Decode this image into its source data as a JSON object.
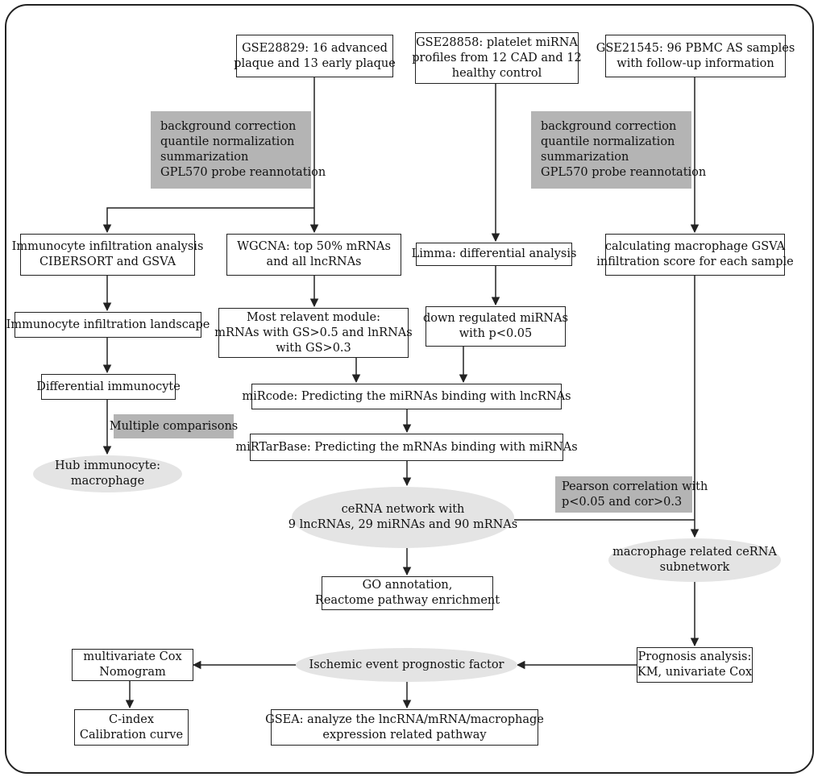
{
  "nodes": {
    "gse28829": {
      "lines": [
        "GSE28829: 16 advanced",
        "plaque and 13 early plaque"
      ]
    },
    "gse28858": {
      "lines": [
        "GSE28858: platelet miRNA",
        "profiles from 12 CAD and 12",
        "healthy control"
      ]
    },
    "gse21545": {
      "lines": [
        "GSE21545: 96 PBMC AS samples",
        "with follow-up information"
      ]
    },
    "preproc_left": {
      "lines": [
        "background correction",
        "quantile normalization",
        "summarization",
        "GPL570 probe reannotation"
      ]
    },
    "preproc_right": {
      "lines": [
        "background correction",
        "quantile normalization",
        "summarization",
        "GPL570 probe reannotation"
      ]
    },
    "immuno_analysis": {
      "lines": [
        "Immunocyte infiltration analysis",
        "CIBERSORT and GSVA"
      ]
    },
    "wgcna": {
      "lines": [
        "WGCNA: top 50% mRNAs",
        "and all lncRNAs"
      ]
    },
    "limma": {
      "lines": [
        "Limma: differential analysis"
      ]
    },
    "gsva_score": {
      "lines": [
        "calculating macrophage GSVA",
        "infiltration score for each sample"
      ]
    },
    "immuno_landscape": {
      "lines": [
        "Immunocyte infiltration landscape"
      ]
    },
    "module": {
      "lines": [
        "Most relavent module:",
        "mRNAs with GS>0.5 and lnRNAs",
        "with GS>0.3"
      ]
    },
    "down_mirna": {
      "lines": [
        "down regulated miRNAs",
        "with p<0.05"
      ]
    },
    "diff_immuno": {
      "lines": [
        "Differential immunocyte"
      ]
    },
    "mircode": {
      "lines": [
        "miRcode: Predicting the miRNAs binding with lncRNAs"
      ]
    },
    "multiple_comp": {
      "lines": [
        "Multiple comparisons"
      ]
    },
    "mirtarbase": {
      "lines": [
        "miRTarBase: Predicting the mRNAs binding with miRNAs"
      ]
    },
    "hub_immuno": {
      "lines": [
        "Hub immunocyte:",
        "macrophage"
      ]
    },
    "pearson": {
      "lines": [
        "Pearson correlation with",
        "p<0.05  and cor>0.3"
      ]
    },
    "cerna": {
      "lines": [
        "ceRNA network with",
        "9 lncRNAs, 29 miRNAs and 90 mRNAs"
      ]
    },
    "subnetwork": {
      "lines": [
        "macrophage related ceRNA",
        "subnetwork"
      ]
    },
    "go": {
      "lines": [
        "GO annotation,",
        "Reactome pathway enrichment"
      ]
    },
    "prognosis": {
      "lines": [
        "Prognosis analysis:",
        "KM, univariate Cox"
      ]
    },
    "ischemic": {
      "lines": [
        "Ischemic event prognostic factor"
      ]
    },
    "cox": {
      "lines": [
        "multivariate Cox",
        "Nomogram"
      ]
    },
    "cindex": {
      "lines": [
        "C-index",
        "Calibration curve"
      ]
    },
    "gsea": {
      "lines": [
        "GSEA: analyze the lncRNA/mRNA/macrophage",
        "expression related pathway"
      ]
    }
  },
  "colors": {
    "stroke": "#222222",
    "gray_box": "#b4b4b4",
    "ellipse": "#e4e4e4"
  }
}
